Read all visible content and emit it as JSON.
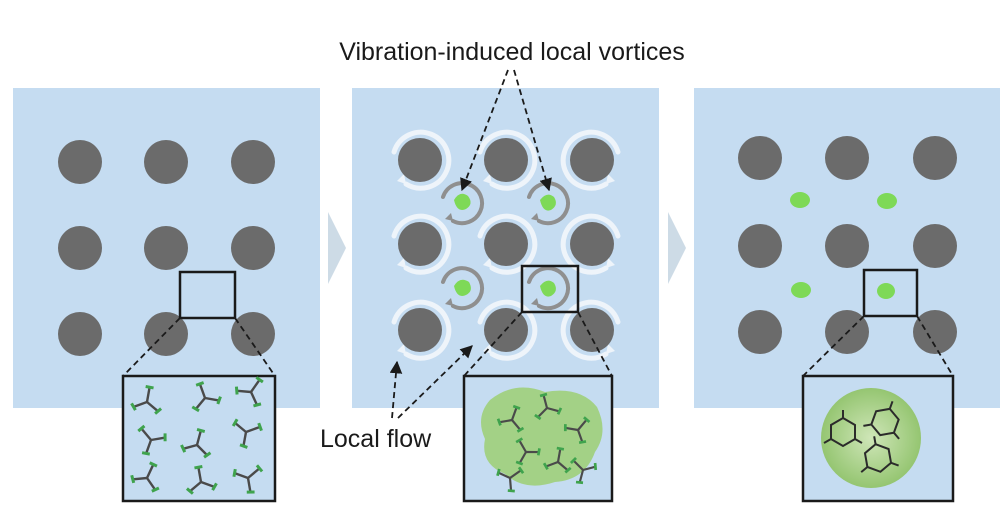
{
  "labels": {
    "vortices": "Vibration-induced local vortices",
    "local_flow": "Local flow"
  },
  "colors": {
    "panel": "#c5dcf1",
    "pillar": "#6b6b6b",
    "droplet": "#7ed957",
    "halo": "#a7d08a",
    "vortex_ring": "#8f8f8f",
    "arrow_light": "#eef4fa",
    "chevron": "#cddbe6",
    "molecule_green": "#3fa34d",
    "molecule_dark": "#2b2b2b",
    "ink": "#1a1a1a"
  },
  "icons": {
    "pillar": "circle",
    "vortex": "circular-arrow",
    "droplet": "blob",
    "molecule_precursor": "tripod-linker",
    "molecule_framework": "hexagon-ring",
    "transition": "chevron-right"
  }
}
